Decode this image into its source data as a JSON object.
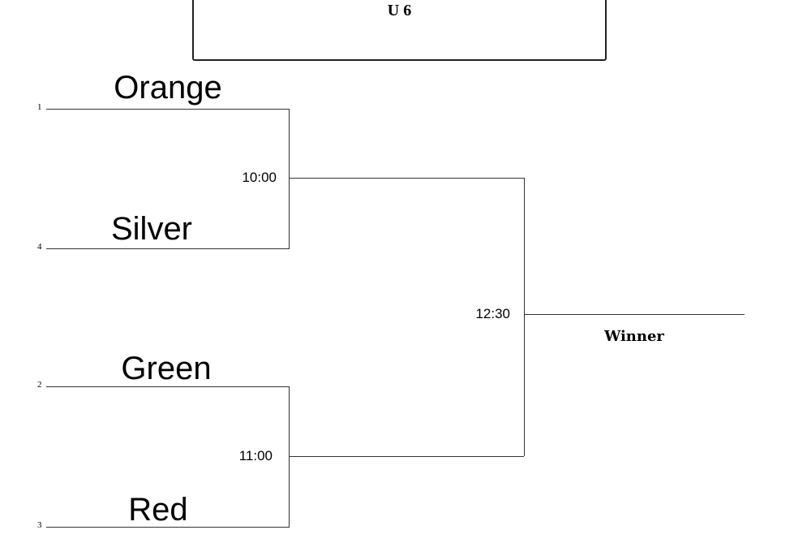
{
  "header": {
    "title": "U 6"
  },
  "teams": [
    {
      "seed": "1",
      "name": "Orange"
    },
    {
      "seed": "4",
      "name": "Silver"
    },
    {
      "seed": "2",
      "name": "Green"
    },
    {
      "seed": "3",
      "name": "Red"
    }
  ],
  "games": [
    {
      "time": "10:00"
    },
    {
      "time": "11:00"
    },
    {
      "time": "12:30"
    }
  ],
  "final": {
    "label": "Winner"
  }
}
